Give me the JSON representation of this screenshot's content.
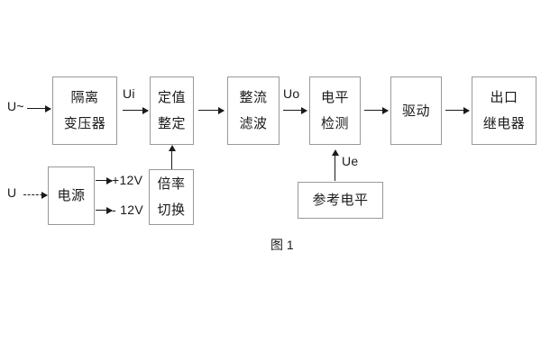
{
  "diagram": {
    "caption": "图 1",
    "blocks": [
      {
        "id": "isolation-transformer",
        "line1": "隔离",
        "line2": "变压器"
      },
      {
        "id": "setting-value",
        "line1": "定值",
        "line2": "整定"
      },
      {
        "id": "rectify-filter",
        "line1": "整流",
        "line2": "滤波"
      },
      {
        "id": "level-detection",
        "line1": "电平",
        "line2": "检测"
      },
      {
        "id": "drive",
        "line1": "驱动",
        "line2": ""
      },
      {
        "id": "output-relay",
        "line1": "出口",
        "line2": "继电器"
      },
      {
        "id": "power-supply",
        "line1": "电源",
        "line2": ""
      },
      {
        "id": "ratio-switch",
        "line1": "倍率",
        "line2": "切换"
      },
      {
        "id": "reference-level",
        "line1": "参考电平",
        "line2": ""
      }
    ],
    "signals": {
      "input_ac": "U~",
      "input_dc": "U",
      "ui": "Ui",
      "uo": "Uo",
      "ue": "Ue",
      "rail_positive": "+12V",
      "rail_negative": "- 12V"
    }
  }
}
